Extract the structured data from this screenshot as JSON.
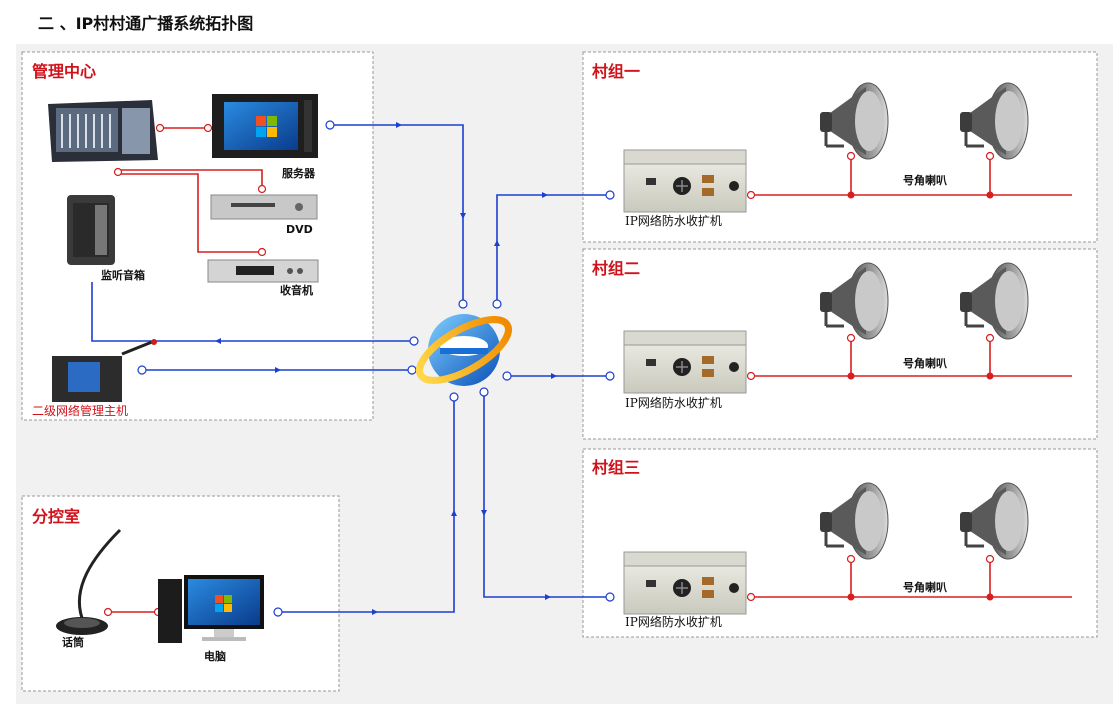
{
  "title": "二 、IP村村通广播系统拓扑图",
  "zones": {
    "management": {
      "title": "管理中心",
      "server_label": "服务器",
      "dvd_label": "DVD",
      "radio_label": "收音机",
      "monitor_speaker_label": "监听音箱",
      "host_label": "二级网络管理主机"
    },
    "branch": {
      "title": "分控室",
      "mic_label": "话筒",
      "pc_label": "电脑"
    },
    "villages": [
      {
        "title": "村组一",
        "amp_label": "IP网络防水收扩机",
        "horn_label": "号角喇叭"
      },
      {
        "title": "村组二",
        "amp_label": "IP网络防水收扩机",
        "horn_label": "号角喇叭"
      },
      {
        "title": "村组三",
        "amp_label": "IP网络防水收扩机",
        "horn_label": "号角喇叭"
      }
    ]
  },
  "colors": {
    "title_red": "#d0121b",
    "network_line": "#1c3fcf",
    "audio_line": "#d81e1e"
  },
  "icons": [
    "mixer-icon",
    "server-monitor-icon",
    "dvd-player-icon",
    "radio-tuner-icon",
    "monitor-speaker-icon",
    "network-host-icon",
    "internet-hub-icon",
    "microphone-icon",
    "computer-icon",
    "amplifier-icon",
    "horn-speaker-icon"
  ]
}
